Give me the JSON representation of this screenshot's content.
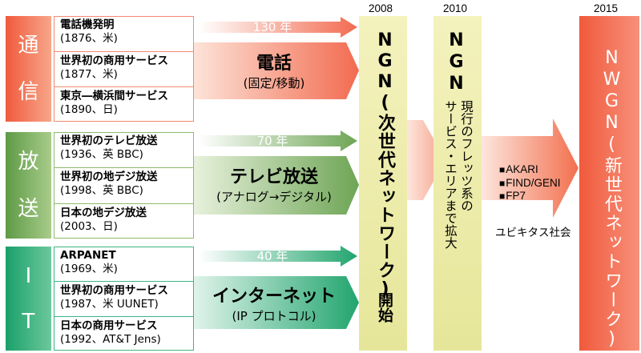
{
  "categories": {
    "tsushin": [
      "通",
      "信"
    ],
    "hoso": [
      "放",
      "送"
    ],
    "it": [
      "I",
      "T"
    ]
  },
  "tsushin_items": [
    {
      "name": "電話機発明",
      "detail": "(1876、米)"
    },
    {
      "name": "世界初の商用サービス",
      "detail": "(1877、米)"
    },
    {
      "name": "東京―横浜間サービス",
      "detail": "(1890、日)"
    }
  ],
  "hoso_items": [
    {
      "name": "世界初のテレビ放送",
      "detail": "(1936、英 BBC)"
    },
    {
      "name": "世界初の地デジ放送",
      "detail": "(1998、英 BBC)"
    },
    {
      "name": "日本の地デジ放送",
      "detail": "(2003、日)"
    }
  ],
  "it_items": [
    {
      "name": "ARPANET",
      "detail": "(1969、米)"
    },
    {
      "name": "世界初の商用サービス",
      "detail": "(1987、米 UUNET)"
    },
    {
      "name": "日本の商用サービス",
      "detail": "(1992、AT&T Jens)"
    }
  ],
  "gaps": {
    "tsushin": "130 年",
    "hoso": "70 年",
    "it": "40 年"
  },
  "big_arrows": {
    "tsushin": {
      "title": "電話",
      "sub": "(固定/移動)"
    },
    "hoso": {
      "title": "テレビ放送",
      "sub": "(アナログ→デジタル)"
    },
    "it": {
      "title": "インターネット",
      "sub": "(IP プロトコル)"
    }
  },
  "years": {
    "y2008": "2008",
    "y2010": "2010",
    "y2015": "2015"
  },
  "col2008": {
    "title": "NGN(次世代ネットワーク)",
    "sub": "開始"
  },
  "col2010": {
    "title": "NGN",
    "sub": "現行のフレッツ系の",
    "sub2": "サービス・エリアまで拡大"
  },
  "col2015": {
    "title": "NWGN(新世代ネットワーク)"
  },
  "projects": [
    "AKARI",
    "FIND/GENI",
    "FP7"
  ],
  "ubiquitous": "ユビキタス社会",
  "colors": {
    "tsushin": "#f05a3c",
    "hoso": "#5e9a46",
    "it": "#1aa06a",
    "ngn_col": "#eeeeaa",
    "nwgn_col": "#f26b50"
  }
}
